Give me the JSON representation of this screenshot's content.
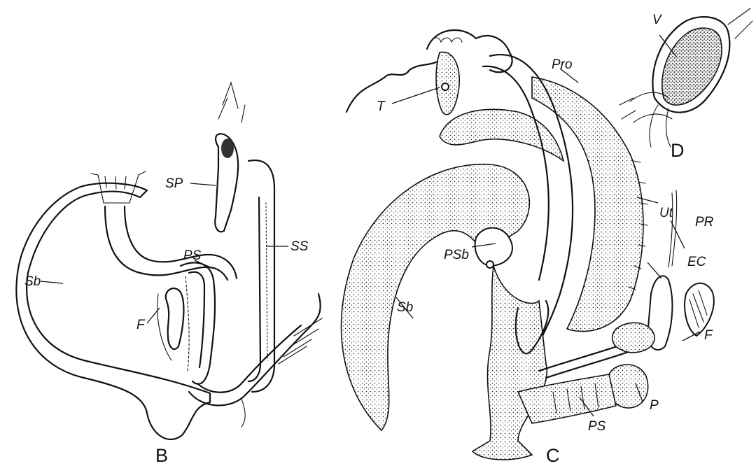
{
  "panels": {
    "B": "B",
    "C": "C",
    "D": "D"
  },
  "labels": {
    "b_sp": "SP",
    "b_ss": "SS",
    "b_ps": "PS",
    "b_sb": "Sb",
    "b_f": "F",
    "c_t": "T",
    "c_pro": "Pro",
    "c_ut": "Ut",
    "c_psb": "PSb",
    "c_sb": "Sb",
    "c_pr": "PR",
    "c_ec": "EC",
    "c_f": "F",
    "c_p": "P",
    "c_ps": "PS",
    "d_v": "V"
  }
}
